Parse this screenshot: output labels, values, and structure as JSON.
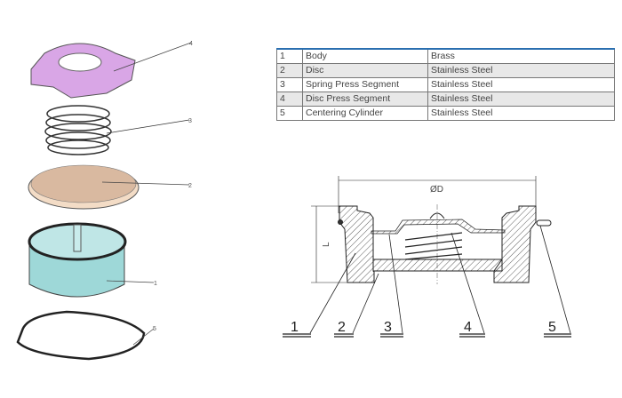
{
  "parts_table": {
    "rows": [
      {
        "no": "1",
        "part": "Body",
        "material": "Brass"
      },
      {
        "no": "2",
        "part": "Disc",
        "material": "Stainless Steel"
      },
      {
        "no": "3",
        "part": "Spring Press Segment",
        "material": "Stainless Steel"
      },
      {
        "no": "4",
        "part": "Disc Press Segment",
        "material": "Stainless Steel"
      },
      {
        "no": "5",
        "part": "Centering Cylinder",
        "material": "Stainless Steel"
      }
    ]
  },
  "exploded_view": {
    "labels": [
      "4",
      "3",
      "2",
      "1",
      "5"
    ],
    "colors": {
      "press_segment": "#d9a6e6",
      "disc": "#e6c8ae",
      "body": "#9ed8d8"
    }
  },
  "section_view": {
    "diameter_label": "ØD",
    "length_label": "L",
    "callouts": [
      "1",
      "2",
      "3",
      "4",
      "5"
    ]
  }
}
